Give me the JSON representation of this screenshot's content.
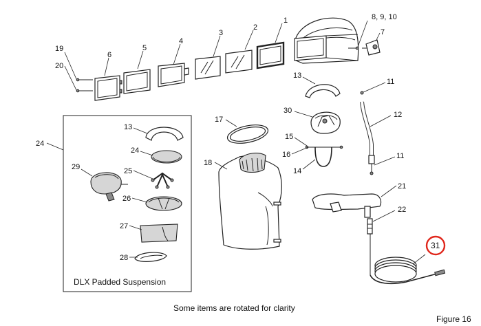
{
  "labels": {
    "p1": "1",
    "p2": "2",
    "p3": "3",
    "p4": "4",
    "p5": "5",
    "p6": "6",
    "p7": "7",
    "p8_9_10": "8, 9, 10",
    "p11a": "11",
    "p11b": "11",
    "p12": "12",
    "p13a": "13",
    "p13b": "13",
    "p14": "14",
    "p15": "15",
    "p16": "16",
    "p17": "17",
    "p18": "18",
    "p19": "19",
    "p20": "20",
    "p21": "21",
    "p22": "22",
    "p24a": "24",
    "p24b": "24",
    "p25": "25",
    "p26": "26",
    "p27": "27",
    "p28": "28",
    "p29": "29",
    "p30": "30",
    "p31": "31"
  },
  "inset_title": "DLX Padded Suspension",
  "caption": "Some items are rotated for clarity",
  "figure_label": "Figure 16",
  "highlight_color": "#e0261b"
}
